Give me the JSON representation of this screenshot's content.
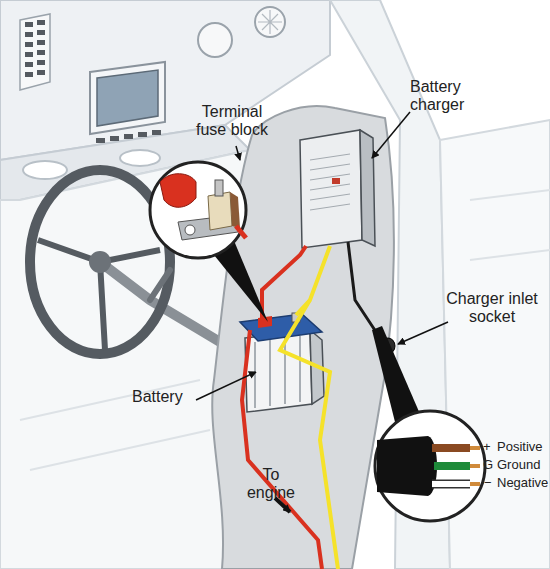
{
  "diagram": {
    "labels": [
      "Terminal fuse block",
      "Battery charger",
      "Charger inlet socket",
      "Battery",
      "To engine",
      "+",
      "Positive",
      "G",
      "Ground",
      "−",
      "Negative"
    ]
  }
}
